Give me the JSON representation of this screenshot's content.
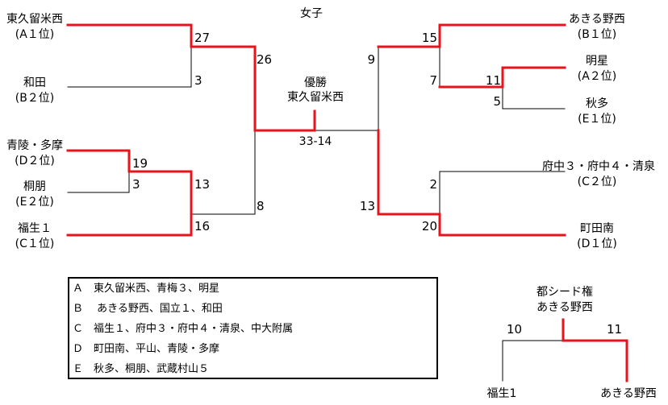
{
  "title": "女子",
  "champion": {
    "label": "優勝",
    "name": "東久留米西",
    "score": "33-14"
  },
  "teams": {
    "l1": {
      "name": "東久留米西",
      "seed": "(A１位)"
    },
    "l2": {
      "name": "和田",
      "seed": "(B２位)"
    },
    "l3": {
      "name": "青陵・多摩",
      "seed": "(D２位)"
    },
    "l4": {
      "name": "桐朋",
      "seed": "(E２位)"
    },
    "l5": {
      "name": "福生１",
      "seed": "(C１位)"
    },
    "r1": {
      "name": "あきる野西",
      "seed": "(B１位)"
    },
    "r2": {
      "name": "明星",
      "seed": "(A２位)"
    },
    "r3": {
      "name": "秋多",
      "seed": "(E１位)"
    },
    "r4": {
      "name": "府中３・府中４・清泉",
      "seed": "(C２位)"
    },
    "r5": {
      "name": "町田南",
      "seed": "(D１位)"
    }
  },
  "scores": {
    "l_sf1_top": "27",
    "l_sf1_bot": "3",
    "l_final_top": "26",
    "l_final_bot": "8",
    "l_r1_top": "19",
    "l_r1_bot": "3",
    "l_sf2_top": "13",
    "l_sf2_bot": "16",
    "r_final_top": "9",
    "r_final_bot": "13",
    "r_sf1_top": "15",
    "r_sf1_bot": "7",
    "r_r1_top": "11",
    "r_r1_bot": "5",
    "r_sf2_top": "2",
    "r_sf2_bot": "20"
  },
  "legend": [
    "Ａ　東久留米西、青梅３、明星",
    "Ｂ　 あきる野西、国立１、和田",
    "Ｃ　福生１、府中３・府中４・清泉、中大附属",
    "Ｄ　町田南、平山、青陵・多摩",
    "Ｅ　秋多、桐朋、武蔵村山５"
  ],
  "seed_match": {
    "title": "都シード権",
    "winner": "あきる野西",
    "left_team": "福生1",
    "right_team": "あきる野西",
    "left_score": "10",
    "right_score": "11"
  },
  "colors": {
    "win": "#e8141b",
    "line": "#000000"
  }
}
